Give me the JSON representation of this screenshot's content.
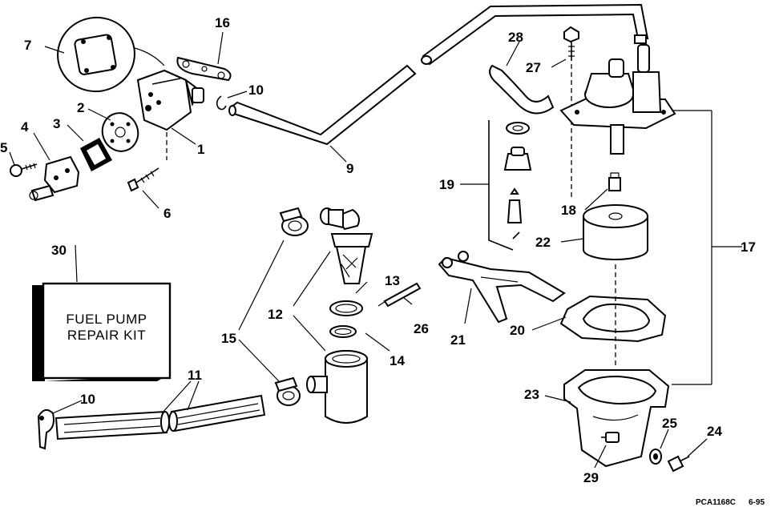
{
  "kit_box": {
    "line1": "FUEL PUMP",
    "line2": "REPAIR KIT"
  },
  "labels": {
    "l1": "1",
    "l2": "2",
    "l3": "3",
    "l4": "4",
    "l5": "5",
    "l6": "6",
    "l7": "7",
    "l9": "9",
    "l10a": "10",
    "l10b": "10",
    "l11": "11",
    "l12": "12",
    "l13": "13",
    "l14": "14",
    "l15": "15",
    "l16": "16",
    "l17": "17",
    "l18": "18",
    "l19": "19",
    "l20": "20",
    "l21": "21",
    "l22": "22",
    "l23": "23",
    "l24": "24",
    "l25": "25",
    "l26": "26",
    "l27": "27",
    "l28": "28",
    "l29": "29",
    "l30": "30"
  },
  "footer": {
    "code": "PCA1168C",
    "date": "6-95"
  }
}
